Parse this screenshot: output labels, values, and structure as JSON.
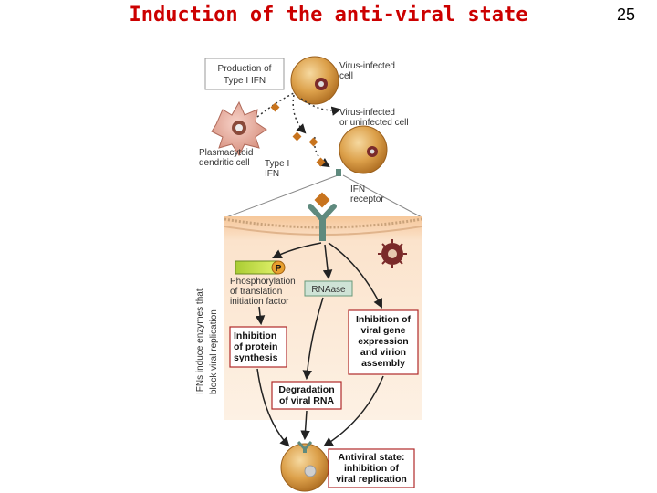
{
  "slide": {
    "title": "Induction of the anti-viral state",
    "number": "25"
  },
  "diagram": {
    "production_box": [
      "Production of",
      "Type I IFN"
    ],
    "virus_infected_cell": [
      "Virus-infected",
      "cell"
    ],
    "virus_infected_or_uninfected": [
      "Virus-infected",
      "or uninfected cell"
    ],
    "plasmacytoid": [
      "Plasmacytoid",
      "dendritic cell"
    ],
    "type_i_ifn": [
      "Type I",
      "IFN"
    ],
    "ifn_receptor": [
      "IFN",
      "receptor"
    ],
    "side_label": [
      "IFNs induce enzymes that",
      "block viral replication"
    ],
    "phosphorylation": [
      "Phosphorylation",
      "of translation",
      "initiation factor"
    ],
    "p_badge": "P",
    "rnaase": "RNAase",
    "inhibition_protein": [
      "Inhibition",
      "of protein",
      "synthesis"
    ],
    "inhibition_viral": [
      "Inhibition of",
      "viral gene",
      "expression",
      "and virion",
      "assembly"
    ],
    "degradation": [
      "Degradation",
      "of viral RNA"
    ],
    "antiviral_state": [
      "Antiviral state:",
      "inhibition of",
      "viral replication"
    ]
  },
  "colors": {
    "title": "#cc0000",
    "panel": "#fbe3cc",
    "cell": "#d89a3c",
    "ifn": "#c8741e",
    "receptor": "#5f8a7e",
    "box_border": "#b02a2a"
  }
}
